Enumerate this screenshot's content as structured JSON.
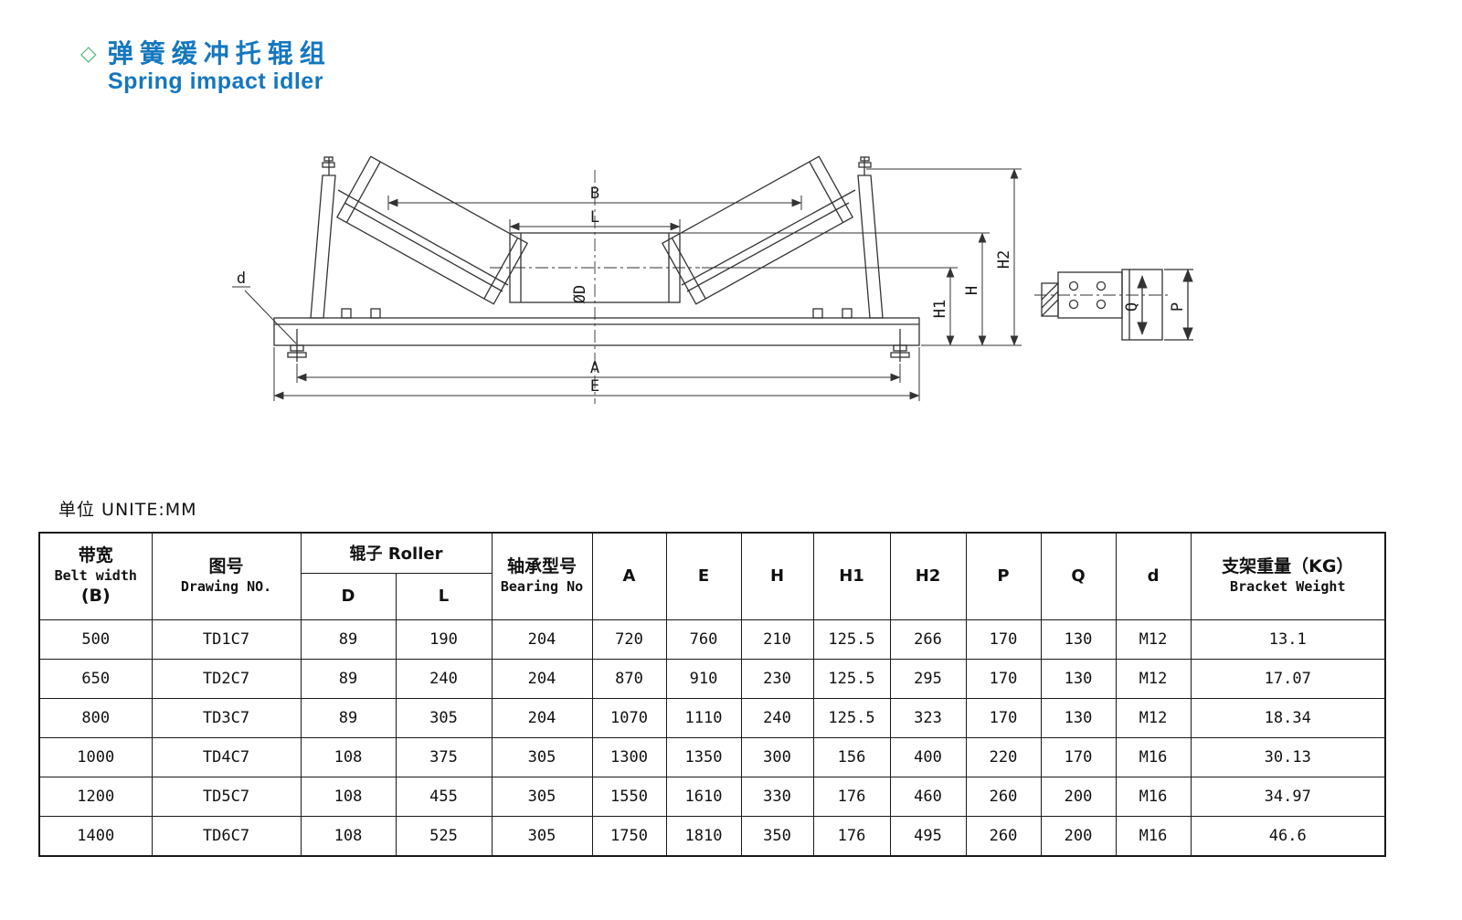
{
  "page": {
    "diamond": "◇",
    "title_zh": "弹簧缓冲托辊组",
    "title_en": "Spring impact idler",
    "unit_label": "单位 UNITE:MM"
  },
  "diagram": {
    "labels": {
      "B": "B",
      "L": "L",
      "OD": "ØD",
      "d": "d",
      "A": "A",
      "E": "E",
      "H1": "H1",
      "H": "H",
      "H2": "H2",
      "Q": "Q",
      "P": "P"
    }
  },
  "table": {
    "headers": {
      "belt": {
        "zh": "带宽",
        "en": "Belt width",
        "b": "(B)"
      },
      "drawing": {
        "zh": "图号",
        "en": "Drawing NO."
      },
      "roller": {
        "label": "辊子 Roller",
        "d": "D",
        "l": "L"
      },
      "bearing": {
        "zh": "轴承型号",
        "en": "Bearing No"
      },
      "dims": [
        "A",
        "E",
        "H",
        "H1",
        "H2",
        "P",
        "Q",
        "d"
      ],
      "weight": {
        "zh": "支架重量（KG）",
        "en": "Bracket Weight"
      }
    },
    "rows": [
      [
        "500",
        "TD1C7",
        "89",
        "190",
        "204",
        "720",
        "760",
        "210",
        "125.5",
        "266",
        "170",
        "130",
        "M12",
        "13.1"
      ],
      [
        "650",
        "TD2C7",
        "89",
        "240",
        "204",
        "870",
        "910",
        "230",
        "125.5",
        "295",
        "170",
        "130",
        "M12",
        "17.07"
      ],
      [
        "800",
        "TD3C7",
        "89",
        "305",
        "204",
        "1070",
        "1110",
        "240",
        "125.5",
        "323",
        "170",
        "130",
        "M12",
        "18.34"
      ],
      [
        "1000",
        "TD4C7",
        "108",
        "375",
        "305",
        "1300",
        "1350",
        "300",
        "156",
        "400",
        "220",
        "170",
        "M16",
        "30.13"
      ],
      [
        "1200",
        "TD5C7",
        "108",
        "455",
        "305",
        "1550",
        "1610",
        "330",
        "176",
        "460",
        "260",
        "200",
        "M16",
        "34.97"
      ],
      [
        "1400",
        "TD6C7",
        "108",
        "525",
        "305",
        "1750",
        "1810",
        "350",
        "176",
        "495",
        "260",
        "200",
        "M16",
        "46.6"
      ]
    ]
  }
}
